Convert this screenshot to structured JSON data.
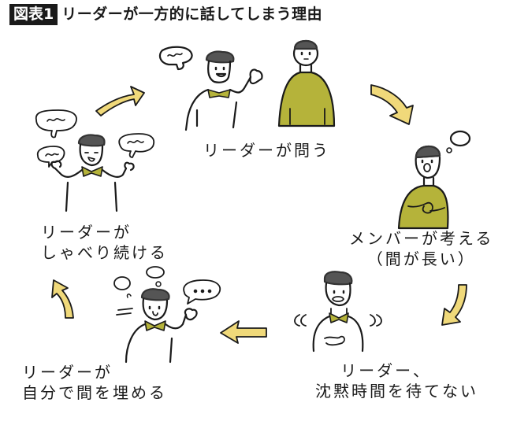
{
  "header": {
    "badge": "図表1",
    "title": "リーダーが一方的に話してしまう理由"
  },
  "colors": {
    "olive": "#b5b33a",
    "arrow_fill": "#f0d97a",
    "hair": "#555555",
    "stroke": "#1a1a1a"
  },
  "steps": [
    {
      "id": "leader-asks",
      "lines": [
        "リーダーが問う"
      ]
    },
    {
      "id": "member-thinks",
      "lines": [
        "メンバーが考える",
        "（間が長い）"
      ]
    },
    {
      "id": "leader-cannot-wait",
      "lines": [
        "リーダー、",
        "沈黙時間を待てない"
      ]
    },
    {
      "id": "leader-fills-gap",
      "lines": [
        "リーダーが",
        "自分で間を埋める"
      ]
    },
    {
      "id": "leader-keeps-talking",
      "lines": [
        "リーダーが",
        "しゃべり続ける"
      ]
    }
  ],
  "speech_bubble_dots": "・・・"
}
